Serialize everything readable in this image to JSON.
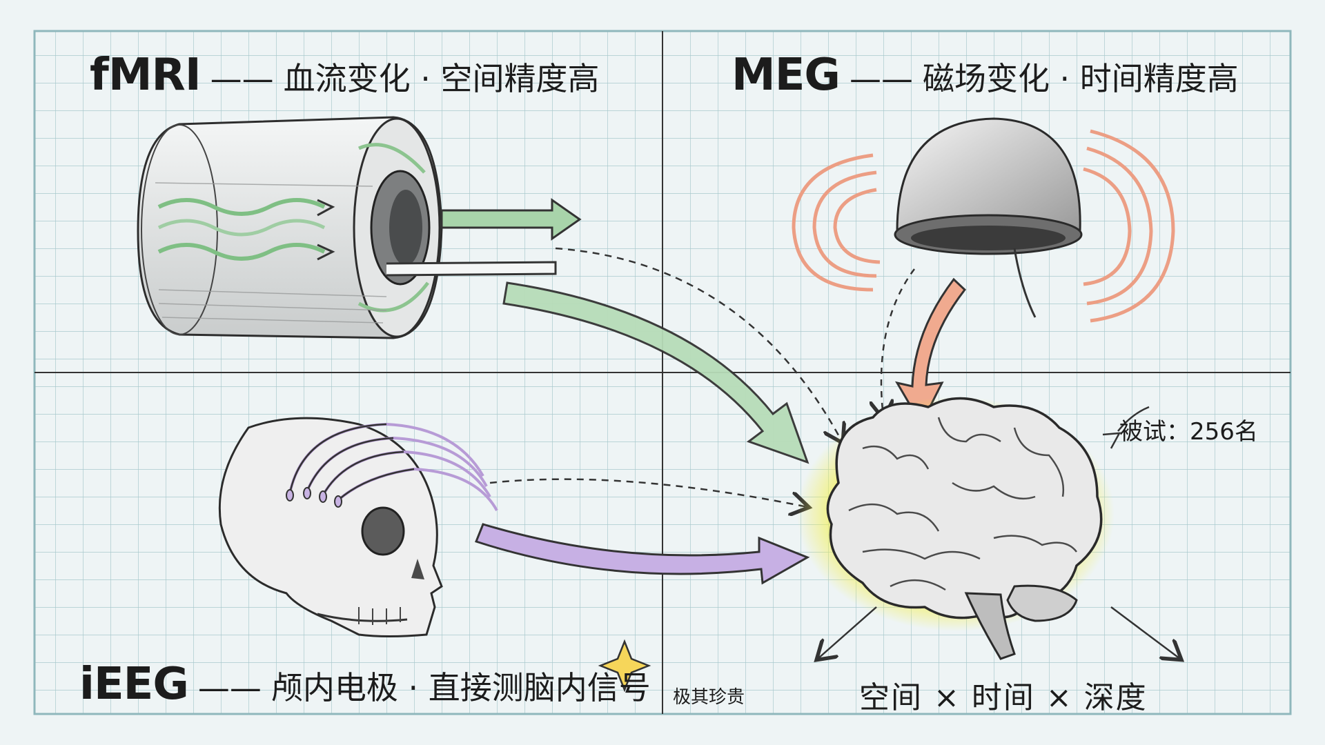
{
  "panels": {
    "fmri": {
      "name": "fMRI",
      "dash": "——",
      "desc": "血流变化 · 空间精度高"
    },
    "meg": {
      "name": "MEG",
      "dash": "——",
      "desc": "磁场变化 · 时间精度高"
    },
    "ieeg": {
      "name": "iEEG",
      "dash": "——",
      "desc": "颅内电极 · 直接测脑内信号"
    }
  },
  "notes": {
    "subjects": "被试：256名",
    "rare": "极其珍贵",
    "dimensions": "空间 × 时间 × 深度"
  },
  "colors": {
    "background": "#eef4f5",
    "grid": "#a9c9cd",
    "fmri_green": "#8cc48f",
    "meg_orange": "#ec9e84",
    "ieeg_purple": "#b79bd6",
    "brain_glow": "#f3ef4a"
  },
  "icons": [
    "mri-scanner-icon",
    "meg-helmet-icon",
    "skull-electrodes-icon",
    "brain-icon",
    "sparkle-icon"
  ]
}
